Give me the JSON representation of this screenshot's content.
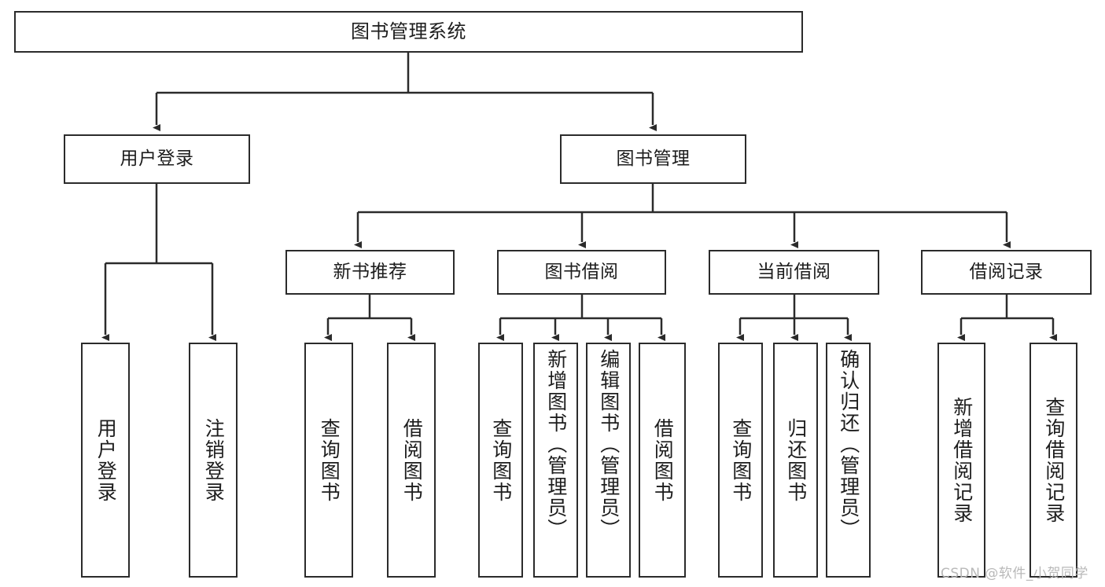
{
  "diagram": {
    "title": "图书管理系统",
    "type": "hierarchy-tree",
    "watermark": "CSDN @软件_小贺同学",
    "colors": {
      "stroke": "#2b2b2b",
      "fill": "#ffffff",
      "text": "#1d1d1d",
      "watermark": "#b9b9b9"
    },
    "levels": {
      "level1": [
        {
          "id": "root",
          "label": "图书管理系统"
        }
      ],
      "level2": [
        {
          "id": "user-login",
          "label": "用户登录"
        },
        {
          "id": "book-management",
          "label": "图书管理"
        }
      ],
      "level3": [
        {
          "id": "new-book-recommend",
          "label": "新书推荐"
        },
        {
          "id": "book-borrow",
          "label": "图书借阅"
        },
        {
          "id": "current-borrow",
          "label": "当前借阅"
        },
        {
          "id": "borrow-record",
          "label": "借阅记录"
        }
      ],
      "level4": {
        "user-login": [
          {
            "id": "leaf-user-login",
            "label": "用户登录"
          },
          {
            "id": "leaf-logout-login",
            "label": "注销登录"
          }
        ],
        "new-book-recommend": [
          {
            "id": "leaf-query-book-1",
            "label": "查询图书"
          },
          {
            "id": "leaf-borrow-book-1",
            "label": "借阅图书"
          }
        ],
        "book-borrow": [
          {
            "id": "leaf-query-book-2",
            "label": "查询图书"
          },
          {
            "id": "leaf-add-book",
            "label": "新增图书（管理员）"
          },
          {
            "id": "leaf-edit-book",
            "label": "编辑图书（管理员）"
          },
          {
            "id": "leaf-borrow-book-2",
            "label": "借阅图书"
          }
        ],
        "current-borrow": [
          {
            "id": "leaf-query-book-3",
            "label": "查询图书"
          },
          {
            "id": "leaf-return-book",
            "label": "归还图书"
          },
          {
            "id": "leaf-confirm-return",
            "label": "确认归还（管理员）"
          }
        ],
        "borrow-record": [
          {
            "id": "leaf-add-record",
            "label": "新增借阅记录"
          },
          {
            "id": "leaf-query-record",
            "label": "查询借阅记录"
          }
        ]
      }
    }
  }
}
